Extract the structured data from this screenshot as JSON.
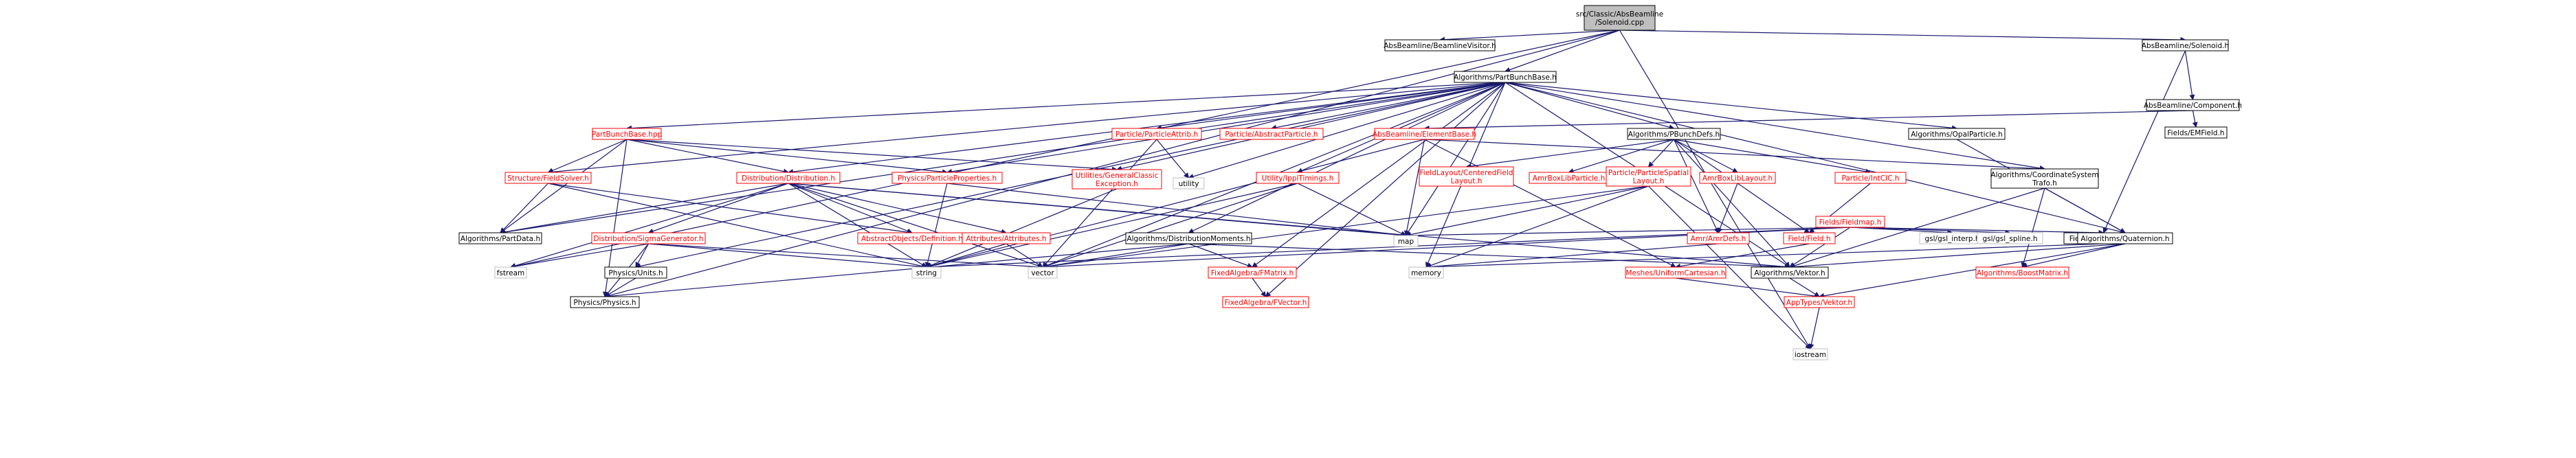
{
  "colors": {
    "edge": "#191970",
    "root_fill": "#bfbfbf",
    "node_border_black": "#000000",
    "node_border_red": "#ff0000",
    "node_border_gray": "#bfbfbf",
    "label_black": "#000000",
    "label_red": "#ff0000"
  },
  "nodes": [
    {
      "id": "root",
      "lines": [
        "src/Classic/AbsBeamline",
        "/Solenoid.cpp"
      ],
      "style": "root"
    },
    {
      "id": "beamlinevisitor",
      "lines": [
        "AbsBeamline/BeamlineVisitor.h"
      ],
      "style": "black"
    },
    {
      "id": "absbeamline_solenoid",
      "lines": [
        "AbsBeamline/Solenoid.h"
      ],
      "style": "black"
    },
    {
      "id": "partbunchbase",
      "lines": [
        "Algorithms/PartBunchBase.h"
      ],
      "style": "black"
    },
    {
      "id": "absbeamline_component",
      "lines": [
        "AbsBeamline/Component.h"
      ],
      "style": "black"
    },
    {
      "id": "fields_emfield",
      "lines": [
        "Fields/EMField.h"
      ],
      "style": "black"
    },
    {
      "id": "partbunchbase_hpp",
      "lines": [
        "PartBunchBase.hpp"
      ],
      "style": "red"
    },
    {
      "id": "particle_attrib",
      "lines": [
        "Particle/ParticleAttrib.h"
      ],
      "style": "red"
    },
    {
      "id": "particle_abstract",
      "lines": [
        "Particle/AbstractParticle.h"
      ],
      "style": "red"
    },
    {
      "id": "elementbase",
      "lines": [
        "AbsBeamline/ElementBase.h"
      ],
      "style": "red"
    },
    {
      "id": "pbunchdefs",
      "lines": [
        "Algorithms/PBunchDefs.h"
      ],
      "style": "black"
    },
    {
      "id": "opalparticle",
      "lines": [
        "Algorithms/OpalParticle.h"
      ],
      "style": "black"
    },
    {
      "id": "structure_fieldsolver",
      "lines": [
        "Structure/FieldSolver.h"
      ],
      "style": "red"
    },
    {
      "id": "distribution",
      "lines": [
        "Distribution/Distribution.h"
      ],
      "style": "red"
    },
    {
      "id": "physics_particleproperties",
      "lines": [
        "Physics/ParticleProperties.h"
      ],
      "style": "red"
    },
    {
      "id": "generalclassicexception",
      "lines": [
        "Utilities/GeneralClassic",
        "Exception.h"
      ],
      "style": "red"
    },
    {
      "id": "utility",
      "lines": [
        "utility"
      ],
      "style": "gray"
    },
    {
      "id": "ippltimings",
      "lines": [
        "Utility/IpplTimings.h"
      ],
      "style": "red"
    },
    {
      "id": "fieldlayout_centered",
      "lines": [
        "FieldLayout/CenteredField",
        "Layout.h"
      ],
      "style": "red"
    },
    {
      "id": "amrboxlibparticle",
      "lines": [
        "AmrBoxLibParticle.h"
      ],
      "style": "red"
    },
    {
      "id": "particlespatiallayout",
      "lines": [
        "Particle/ParticleSpatial",
        "Layout.h"
      ],
      "style": "red"
    },
    {
      "id": "amrboxliblayout",
      "lines": [
        "AmrBoxLibLayout.h"
      ],
      "style": "red"
    },
    {
      "id": "intcic",
      "lines": [
        "Particle/IntCIC.h"
      ],
      "style": "red"
    },
    {
      "id": "coordsystemtrafo",
      "lines": [
        "Algorithms/CoordinateSystem",
        "Trafo.h"
      ],
      "style": "black"
    },
    {
      "id": "fields_fieldmap",
      "lines": [
        "Fields/Fieldmap.h"
      ],
      "style": "red"
    },
    {
      "id": "algorithms_partdata",
      "lines": [
        "Algorithms/PartData.h"
      ],
      "style": "black"
    },
    {
      "id": "abstractobjects_definition",
      "lines": [
        "AbstractObjects/Definition.h"
      ],
      "style": "red"
    },
    {
      "id": "sigmagenerator",
      "lines": [
        "Distribution/SigmaGenerator.h"
      ],
      "style": "red"
    },
    {
      "id": "attributes",
      "lines": [
        "Attributes/Attributes.h"
      ],
      "style": "red"
    },
    {
      "id": "distributionmoments",
      "lines": [
        "Algorithms/DistributionMoments.h"
      ],
      "style": "black"
    },
    {
      "id": "map",
      "lines": [
        "map"
      ],
      "style": "gray"
    },
    {
      "id": "amrdefs",
      "lines": [
        "Amr/AmrDefs.h"
      ],
      "style": "red"
    },
    {
      "id": "field_field",
      "lines": [
        "Field/Field.h"
      ],
      "style": "red"
    },
    {
      "id": "gsl_interp",
      "lines": [
        "gsl/gsl_interp.h"
      ],
      "style": "gray"
    },
    {
      "id": "gsl_spline",
      "lines": [
        "gsl/gsl_spline.h"
      ],
      "style": "gray"
    },
    {
      "id": "fields_definitions",
      "lines": [
        "Fields/Definitions.h"
      ],
      "style": "black"
    },
    {
      "id": "quaternion",
      "lines": [
        "Algorithms/Quaternion.h"
      ],
      "style": "black"
    },
    {
      "id": "fstream",
      "lines": [
        "fstream"
      ],
      "style": "gray"
    },
    {
      "id": "physics_units",
      "lines": [
        "Physics/Units.h"
      ],
      "style": "black"
    },
    {
      "id": "string",
      "lines": [
        "string"
      ],
      "style": "gray"
    },
    {
      "id": "vector",
      "lines": [
        "vector"
      ],
      "style": "gray"
    },
    {
      "id": "fmatrix",
      "lines": [
        "FixedAlgebra/FMatrix.h"
      ],
      "style": "red"
    },
    {
      "id": "memory",
      "lines": [
        "memory"
      ],
      "style": "gray"
    },
    {
      "id": "meshes_uniformcartesian",
      "lines": [
        "Meshes/UniformCartesian.h"
      ],
      "style": "red"
    },
    {
      "id": "vektor",
      "lines": [
        "Algorithms/Vektor.h"
      ],
      "style": "black"
    },
    {
      "id": "boostmatrix",
      "lines": [
        "Algorithms/BoostMatrix.h"
      ],
      "style": "red"
    },
    {
      "id": "physics_physics",
      "lines": [
        "Physics/Physics.h"
      ],
      "style": "black"
    },
    {
      "id": "fvector",
      "lines": [
        "FixedAlgebra/FVector.h"
      ],
      "style": "red"
    },
    {
      "id": "apptypes_vektor",
      "lines": [
        "AppTypes/Vektor.h"
      ],
      "style": "red"
    },
    {
      "id": "iostream",
      "lines": [
        "iostream"
      ],
      "style": "gray"
    }
  ],
  "edges": [
    [
      "root",
      "beamlinevisitor"
    ],
    [
      "root",
      "absbeamline_solenoid"
    ],
    [
      "root",
      "partbunchbase"
    ],
    [
      "root",
      "physics_physics"
    ],
    [
      "root",
      "fstream"
    ],
    [
      "root",
      "iostream"
    ],
    [
      "absbeamline_solenoid",
      "absbeamline_component"
    ],
    [
      "absbeamline_solenoid",
      "fields_definitions"
    ],
    [
      "absbeamline_component",
      "elementbase"
    ],
    [
      "absbeamline_component",
      "fields_emfield"
    ],
    [
      "partbunchbase",
      "partbunchbase_hpp"
    ],
    [
      "partbunchbase",
      "particle_attrib"
    ],
    [
      "partbunchbase",
      "particle_abstract"
    ],
    [
      "partbunchbase",
      "pbunchdefs"
    ],
    [
      "partbunchbase",
      "opalparticle"
    ],
    [
      "partbunchbase",
      "structure_fieldsolver"
    ],
    [
      "partbunchbase",
      "distribution"
    ],
    [
      "partbunchbase",
      "physics_particleproperties"
    ],
    [
      "partbunchbase",
      "generalclassicexception"
    ],
    [
      "partbunchbase",
      "utility"
    ],
    [
      "partbunchbase",
      "ippltimings"
    ],
    [
      "partbunchbase",
      "distributionmoments"
    ],
    [
      "partbunchbase",
      "coordsystemtrafo"
    ],
    [
      "partbunchbase",
      "quaternion"
    ],
    [
      "partbunchbase",
      "vektor"
    ],
    [
      "partbunchbase",
      "vector"
    ],
    [
      "partbunchbase",
      "memory"
    ],
    [
      "partbunchbase",
      "map"
    ],
    [
      "partbunchbase",
      "fmatrix"
    ],
    [
      "partbunchbase",
      "fvector"
    ],
    [
      "partbunchbase",
      "algorithms_partdata"
    ],
    [
      "partbunchbase",
      "physics_units"
    ],
    [
      "partbunchbase_hpp",
      "structure_fieldsolver"
    ],
    [
      "partbunchbase_hpp",
      "distribution"
    ],
    [
      "partbunchbase_hpp",
      "algorithms_partdata"
    ],
    [
      "partbunchbase_hpp",
      "physics_particleproperties"
    ],
    [
      "partbunchbase_hpp",
      "generalclassicexception"
    ],
    [
      "partbunchbase_hpp",
      "physics_physics"
    ],
    [
      "particle_attrib",
      "utility"
    ],
    [
      "particle_attrib",
      "vector"
    ],
    [
      "elementbase",
      "coordsystemtrafo"
    ],
    [
      "elementbase",
      "map"
    ],
    [
      "elementbase",
      "string"
    ],
    [
      "elementbase",
      "meshes_uniformcartesian"
    ],
    [
      "pbunchdefs",
      "fieldlayout_centered"
    ],
    [
      "pbunchdefs",
      "amrboxlibparticle"
    ],
    [
      "pbunchdefs",
      "particlespatiallayout"
    ],
    [
      "pbunchdefs",
      "amrboxliblayout"
    ],
    [
      "pbunchdefs",
      "intcic"
    ],
    [
      "pbunchdefs",
      "amrdefs"
    ],
    [
      "pbunchdefs",
      "field_field"
    ],
    [
      "pbunchdefs",
      "vektor"
    ],
    [
      "opalparticle",
      "quaternion"
    ],
    [
      "structure_fieldsolver",
      "algorithms_partdata"
    ],
    [
      "structure_fieldsolver",
      "abstractobjects_definition"
    ],
    [
      "structure_fieldsolver",
      "string"
    ],
    [
      "distribution",
      "algorithms_partdata"
    ],
    [
      "distribution",
      "abstractobjects_definition"
    ],
    [
      "distribution",
      "sigmagenerator"
    ],
    [
      "distribution",
      "attributes"
    ],
    [
      "distribution",
      "fstream"
    ],
    [
      "distribution",
      "map"
    ],
    [
      "distribution",
      "string"
    ],
    [
      "distribution",
      "vector"
    ],
    [
      "distribution",
      "vektor"
    ],
    [
      "physics_particleproperties",
      "string"
    ],
    [
      "physics_particleproperties",
      "map"
    ],
    [
      "generalclassicexception",
      "string"
    ],
    [
      "ippltimings",
      "map"
    ],
    [
      "ippltimings",
      "string"
    ],
    [
      "ippltimings",
      "vector"
    ],
    [
      "particlespatiallayout",
      "map"
    ],
    [
      "particlespatiallayout",
      "vector"
    ],
    [
      "particlespatiallayout",
      "memory"
    ],
    [
      "particlespatiallayout",
      "iostream"
    ],
    [
      "amrboxliblayout",
      "amrdefs"
    ],
    [
      "intcic",
      "field_field"
    ],
    [
      "coordsystemtrafo",
      "quaternion"
    ],
    [
      "coordsystemtrafo",
      "vektor"
    ],
    [
      "coordsystemtrafo",
      "boostmatrix"
    ],
    [
      "fields_fieldmap",
      "map"
    ],
    [
      "fields_fieldmap",
      "gsl_interp"
    ],
    [
      "fields_fieldmap",
      "gsl_spline"
    ],
    [
      "fields_fieldmap",
      "fields_definitions"
    ],
    [
      "fields_fieldmap",
      "vektor"
    ],
    [
      "fields_fieldmap",
      "string"
    ],
    [
      "fields_fieldmap",
      "vector"
    ],
    [
      "sigmagenerator",
      "fstream"
    ],
    [
      "sigmagenerator",
      "physics_units"
    ],
    [
      "sigmagenerator",
      "physics_physics"
    ],
    [
      "sigmagenerator",
      "string"
    ],
    [
      "sigmagenerator",
      "vector"
    ],
    [
      "attributes",
      "string"
    ],
    [
      "attributes",
      "vector"
    ],
    [
      "distributionmoments",
      "vektor"
    ],
    [
      "distributionmoments",
      "fmatrix"
    ],
    [
      "distributionmoments",
      "vector"
    ],
    [
      "distributionmoments",
      "physics_physics"
    ],
    [
      "amrdefs",
      "memory"
    ],
    [
      "field_field",
      "meshes_uniformcartesian"
    ],
    [
      "fields_definitions",
      "memory"
    ],
    [
      "quaternion",
      "vektor"
    ],
    [
      "quaternion",
      "boostmatrix"
    ],
    [
      "quaternion",
      "apptypes_vektor"
    ],
    [
      "physics_units",
      "physics_physics"
    ],
    [
      "fmatrix",
      "fvector"
    ],
    [
      "meshes_uniformcartesian",
      "apptypes_vektor"
    ],
    [
      "vektor",
      "apptypes_vektor"
    ],
    [
      "apptypes_vektor",
      "iostream"
    ]
  ]
}
